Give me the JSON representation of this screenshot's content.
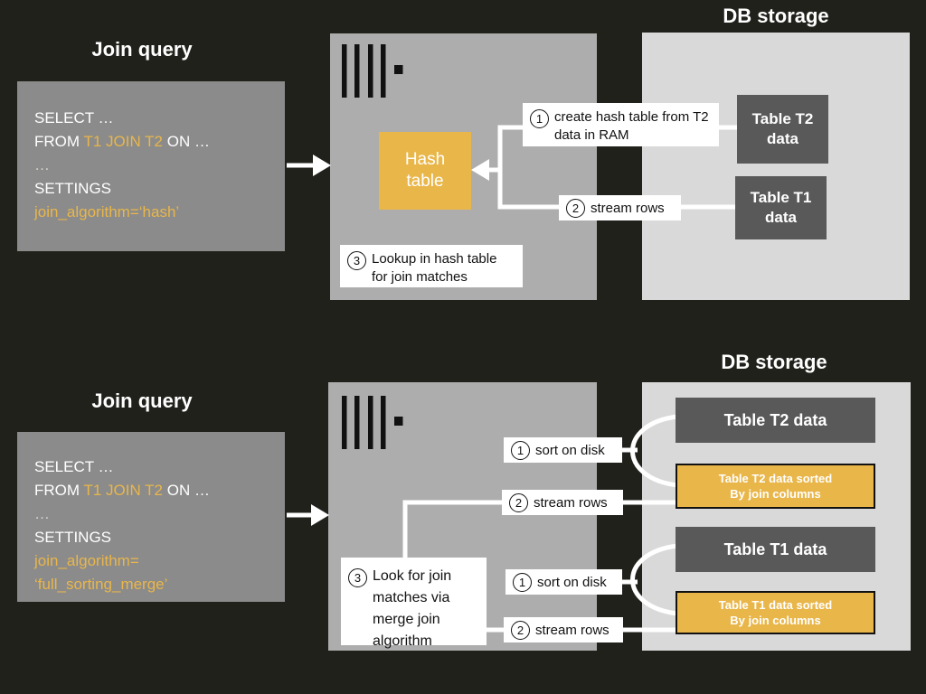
{
  "colors": {
    "background": "#21211c",
    "accent_yellow": "#e9b64a",
    "query_box_gray": "#8b8b8b",
    "server_box_gray": "#adadad",
    "db_box_gray": "#d9d9d9",
    "table_box_dark": "#595959",
    "text_white": "#ffffff"
  },
  "hash_join": {
    "title": "Join query",
    "db_title": "DB storage",
    "query": {
      "select": "SELECT …",
      "from_prefix": "FROM ",
      "from_tables": "T1 JOIN T2",
      "from_suffix": " ON …",
      "ellipsis": "…",
      "settings": "SETTINGS",
      "algorithm": "join_algorithm=‘hash’"
    },
    "hash_table_label": "Hash table",
    "steps": {
      "create": {
        "num": "1",
        "text": "create hash table from T2 data in RAM"
      },
      "stream": {
        "num": "2",
        "text": "stream rows"
      },
      "lookup": {
        "num": "3",
        "text": "Lookup in hash table for join matches"
      }
    },
    "tables": {
      "t2": "Table T2 data",
      "t1": "Table T1 data"
    }
  },
  "merge_join": {
    "title": "Join query",
    "db_title": "DB storage",
    "query": {
      "select": "SELECT …",
      "from_prefix": "FROM ",
      "from_tables": "T1 JOIN T2",
      "from_suffix": " ON …",
      "ellipsis": "…",
      "settings": "SETTINGS",
      "algorithm_line1": "join_algorithm=",
      "algorithm_line2": "‘full_sorting_merge’"
    },
    "steps": {
      "sort_t2": {
        "num": "1",
        "text": "sort on disk"
      },
      "stream_t2": {
        "num": "2",
        "text": "stream rows"
      },
      "lookup": {
        "num": "3",
        "text": "Look for join matches via merge join algorithm"
      },
      "sort_t1": {
        "num": "1",
        "text": "sort on disk"
      },
      "stream_t1": {
        "num": "2",
        "text": "stream rows"
      }
    },
    "tables": {
      "t2": "Table T2 data",
      "t2_sorted_line1": "Table T2 data sorted",
      "t2_sorted_line2": "By join columns",
      "t1": "Table T1 data",
      "t1_sorted_line1": "Table T1 data sorted",
      "t1_sorted_line2": "By join columns"
    }
  }
}
